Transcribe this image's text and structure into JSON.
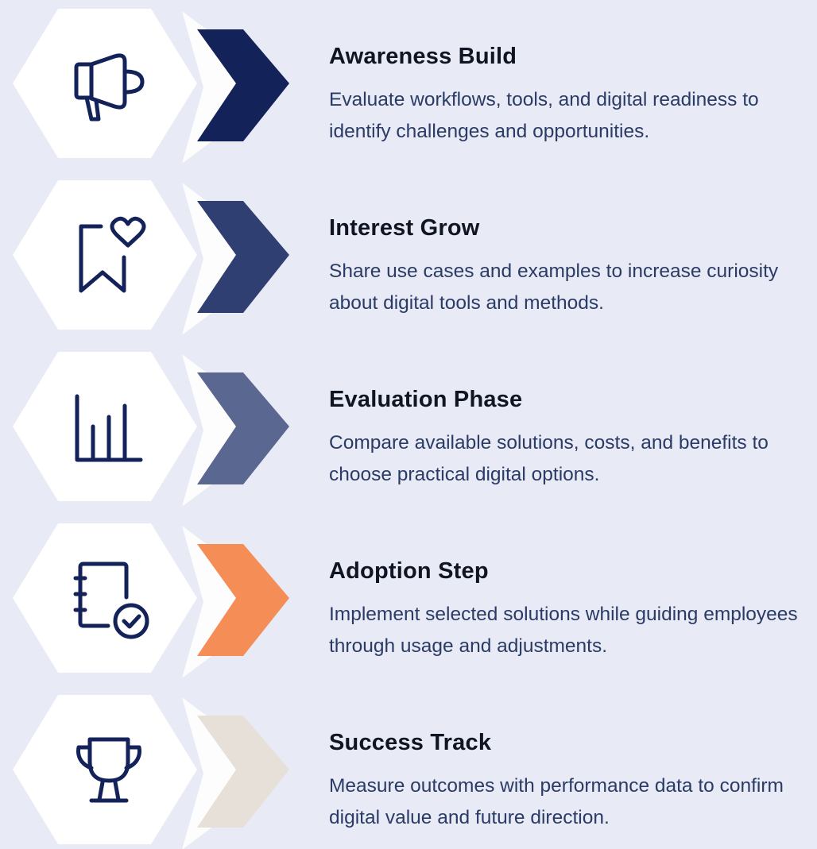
{
  "steps": [
    {
      "title": "Awareness Build",
      "description": "Evaluate workflows, tools, and digital readiness to identify challenges and opportunities.",
      "icon": "megaphone-icon",
      "chevron_color": "#14225A"
    },
    {
      "title": "Interest Grow",
      "description": "Share use cases and examples to increase curiosity about digital tools and methods.",
      "icon": "bookmark-heart-icon",
      "chevron_color": "#2F3F72"
    },
    {
      "title": "Evaluation Phase",
      "description": "Compare available solutions, costs, and benefits to choose practical digital options.",
      "icon": "bar-chart-icon",
      "chevron_color": "#5A6791"
    },
    {
      "title": "Adoption Step",
      "description": "Implement selected solutions while guiding employees through usage and adjustments.",
      "icon": "notebook-check-icon",
      "chevron_color": "#F58D57"
    },
    {
      "title": "Success Track",
      "description": "Measure outcomes with performance data to confirm digital value and future direction.",
      "icon": "trophy-icon",
      "chevron_color": "#E6E0D8"
    }
  ],
  "colors": {
    "background": "#E8EAF5",
    "hexagon": "#FFFFFF",
    "icon_stroke": "#14225A",
    "title_text": "#101524",
    "body_text": "#2A3B66"
  }
}
